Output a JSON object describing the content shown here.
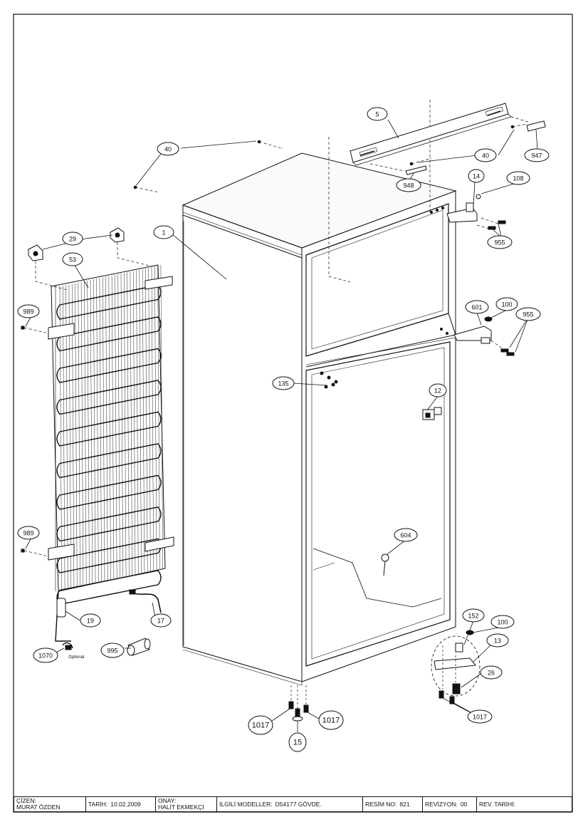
{
  "callouts": [
    {
      "id": "c5",
      "label": "5"
    },
    {
      "id": "c40a",
      "label": "40"
    },
    {
      "id": "c40b",
      "label": "40"
    },
    {
      "id": "c947",
      "label": "947"
    },
    {
      "id": "c948",
      "label": "948"
    },
    {
      "id": "c14",
      "label": "14"
    },
    {
      "id": "c108",
      "label": "108"
    },
    {
      "id": "c955a",
      "label": "955"
    },
    {
      "id": "c29",
      "label": "29"
    },
    {
      "id": "c1",
      "label": "1"
    },
    {
      "id": "c53",
      "label": "53"
    },
    {
      "id": "c989a",
      "label": "989"
    },
    {
      "id": "c601",
      "label": "601"
    },
    {
      "id": "c100a",
      "label": "100"
    },
    {
      "id": "c955b",
      "label": "955"
    },
    {
      "id": "c135",
      "label": "135"
    },
    {
      "id": "c12",
      "label": "12"
    },
    {
      "id": "c989b",
      "label": "989"
    },
    {
      "id": "c604",
      "label": "604"
    },
    {
      "id": "c19",
      "label": "19"
    },
    {
      "id": "c17",
      "label": "17"
    },
    {
      "id": "c152",
      "label": "152"
    },
    {
      "id": "c100b",
      "label": "100"
    },
    {
      "id": "c13",
      "label": "13"
    },
    {
      "id": "c995",
      "label": "995"
    },
    {
      "id": "c1070",
      "label": "1070"
    },
    {
      "id": "c26",
      "label": "26"
    },
    {
      "id": "c1017a",
      "label": "1017"
    },
    {
      "id": "c1017b",
      "label": "1017"
    },
    {
      "id": "c1017c",
      "label": "1017"
    },
    {
      "id": "c15",
      "label": "15"
    }
  ],
  "optional_note": "Optional",
  "title_block": {
    "cizen_label": "ÇİZEN:",
    "cizen_value": "MURAT ÖZDEN",
    "tarih_label": "TARİH:",
    "tarih_value": "10.02.2009",
    "onay_label": "ONAY:",
    "onay_value": "HALİT EKMEKÇİ",
    "modeller_label": "İLGİLİ MODELLER:",
    "modeller_value": "D54177 GÖVDE.",
    "resim_label": "RESİM NO:",
    "resim_value": "821",
    "revizyon_label": "REVİZYON:",
    "revizyon_value": "00",
    "rev_tarihi_label": "REV. TARİHİ:",
    "rev_tarihi_value": ""
  }
}
